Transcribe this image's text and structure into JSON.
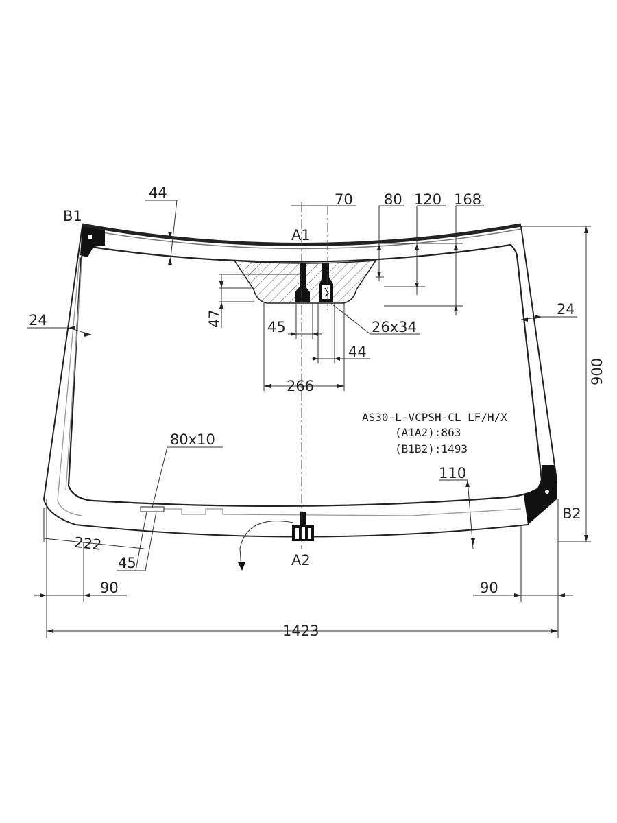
{
  "part_code": "AS30-L-VCPSH-CL LF/H/X",
  "a1a2": "(A1A2):863",
  "b1b2": "(B1B2):1493",
  "points": {
    "a1": "A1",
    "a2": "A2",
    "b1": "B1",
    "b2": "B2"
  },
  "dims": {
    "top_44": "44",
    "top_70": "70",
    "top_80": "80",
    "top_120": "120",
    "top_168": "168",
    "left_24": "24",
    "right_24": "24",
    "height_900": "900",
    "vert_47": "47",
    "sensor_45": "45",
    "sensor_size": "26x34",
    "sensor_44": "44",
    "sensor_266": "266",
    "label_80x10": "80x10",
    "bottom_110": "110",
    "bottom_222": "222",
    "bottom_45": "45",
    "left_90": "90",
    "right_90": "90",
    "width_1423": "1423"
  }
}
